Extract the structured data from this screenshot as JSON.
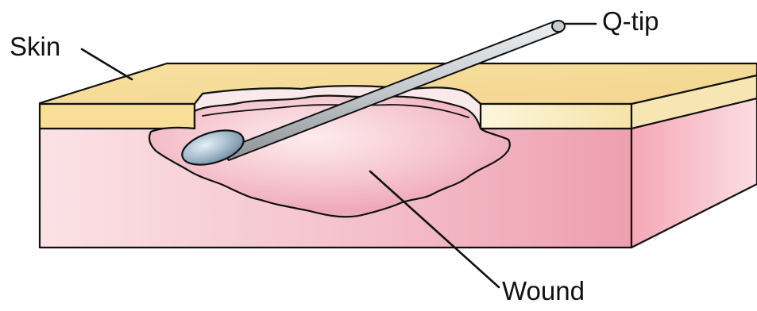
{
  "labels": {
    "skin": "Skin",
    "qtip": "Q-tip",
    "wound": "Wound"
  },
  "colors": {
    "skin_surface": "#f8e4a8",
    "skin_surface_edge": "#fdf4d4",
    "tissue": "#f4bcc6",
    "tissue_dark": "#ee9fae",
    "wound_bed": "#f6c8d0",
    "wound_highlight": "#fbe6ea",
    "swab_stick": "#c8ccd0",
    "swab_tip": "#9fb6c8",
    "outline": "#111111"
  }
}
